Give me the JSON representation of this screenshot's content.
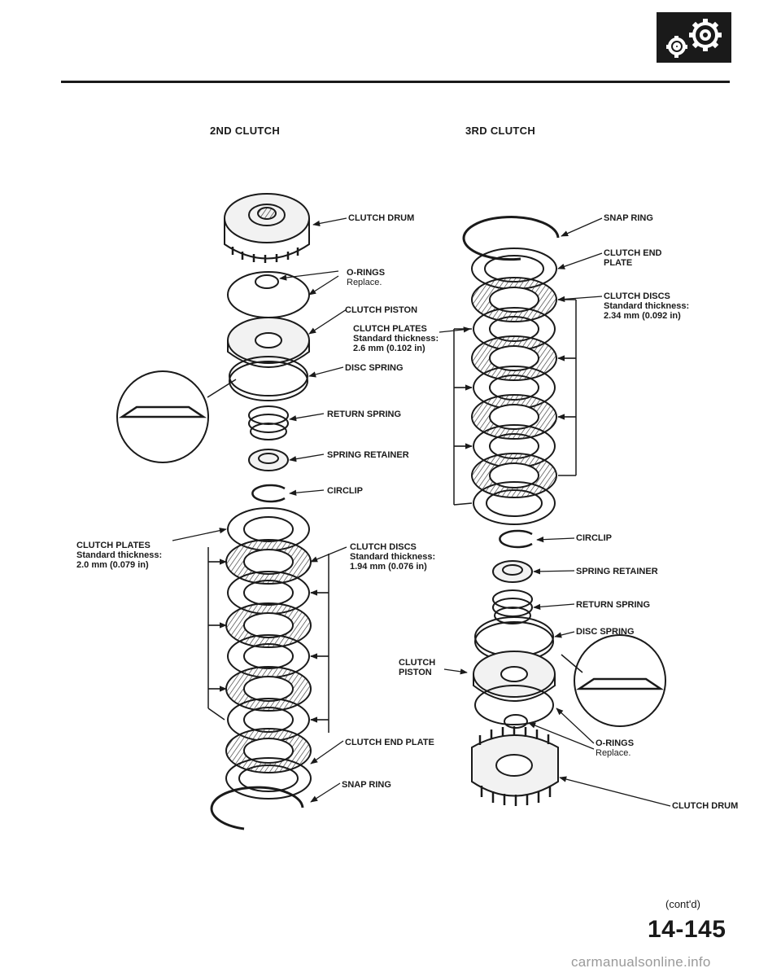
{
  "header": {
    "logo_icon": "gears-icon"
  },
  "titles": {
    "second": "2ND CLUTCH",
    "third": "3RD CLUTCH"
  },
  "left_labels": {
    "clutch_drum": "CLUTCH DRUM",
    "o_rings": "O-RINGS",
    "o_rings_note": "Replace.",
    "clutch_piston": "CLUTCH PISTON",
    "disc_spring": "DISC SPRING",
    "return_spring": "RETURN SPRING",
    "spring_retainer": "SPRING RETAINER",
    "circlip": "CIRCLIP",
    "clutch_plates": "CLUTCH PLATES",
    "clutch_plates_std": "Standard thickness:",
    "clutch_plates_val": "2.0 mm (0.079 in)",
    "clutch_discs": "CLUTCH DISCS",
    "clutch_discs_std": "Standard thickness:",
    "clutch_discs_val": "1.94 mm (0.076 in)",
    "clutch_piston2": "CLUTCH",
    "clutch_piston2b": "PISTON",
    "clutch_end_plate": "CLUTCH END PLATE",
    "snap_ring": "SNAP RING"
  },
  "middle_labels": {
    "clutch_plates": "CLUTCH PLATES",
    "clutch_plates_std": "Standard thickness:",
    "clutch_plates_val": "2.6 mm (0.102 in)"
  },
  "right_labels": {
    "snap_ring": "SNAP RING",
    "clutch_end": "CLUTCH END",
    "plate": "PLATE",
    "clutch_discs": "CLUTCH DISCS",
    "clutch_discs_std": "Standard thickness:",
    "clutch_discs_val": "2.34 mm (0.092 in)",
    "circlip": "CIRCLIP",
    "spring_retainer": "SPRING RETAINER",
    "return_spring": "RETURN SPRING",
    "disc_spring": "DISC SPRING",
    "o_rings": "O-RINGS",
    "o_rings_note": "Replace.",
    "clutch_drum": "CLUTCH DRUM"
  },
  "footer": {
    "contd": "(cont'd)",
    "page_number": "14-145",
    "url": "carmanualsonline.info"
  }
}
